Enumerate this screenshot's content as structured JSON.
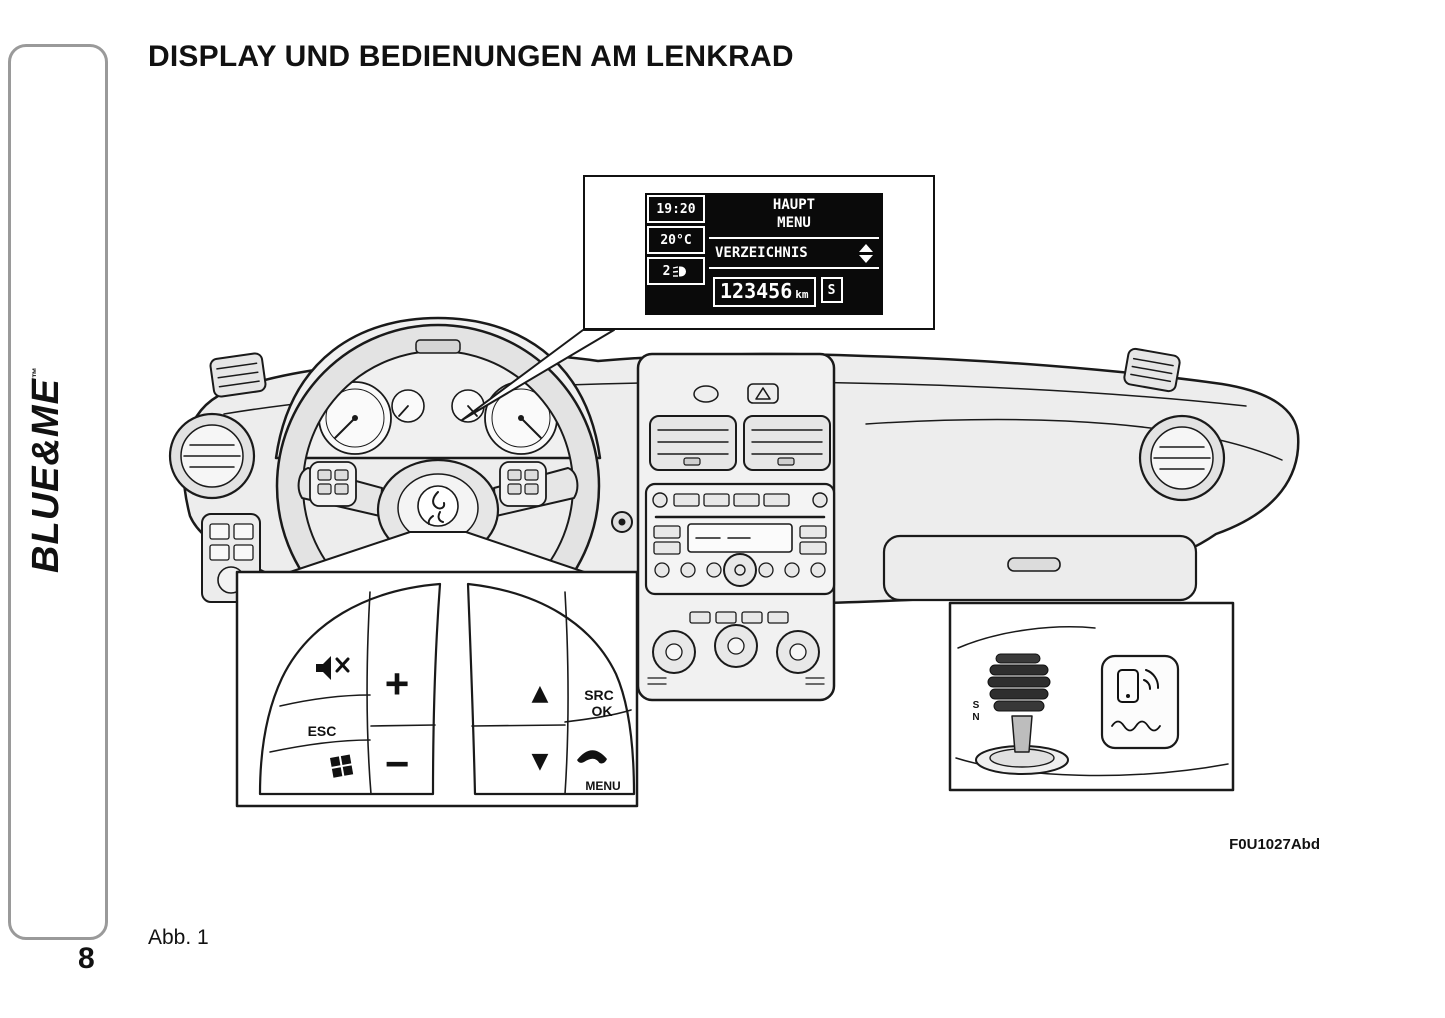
{
  "page": {
    "title": "DISPLAY UND BEDIENUNGEN AM LENKRAD",
    "caption": "Abb. 1",
    "number": "8",
    "figure_code": "F0U1027Abd"
  },
  "sidebar": {
    "brand": "BLUE&ME",
    "trademark": "™"
  },
  "cluster_display": {
    "time": "19:20",
    "temperature": "20°C",
    "headlight_level": "2",
    "menu_title_line1": "HAUPT",
    "menu_title_line2": "MENU",
    "menu_entry": "VERZEICHNIS",
    "odometer": "123456",
    "odometer_unit": "km",
    "trip_indicator": "S"
  },
  "wheel_controls": {
    "esc": "ESC",
    "plus": "+",
    "minus": "−",
    "up": "▲",
    "down": "▼",
    "src": "SRC",
    "ok": "OK",
    "menu": "MENU"
  },
  "gear_panel": {
    "s": "S",
    "n": "N"
  }
}
